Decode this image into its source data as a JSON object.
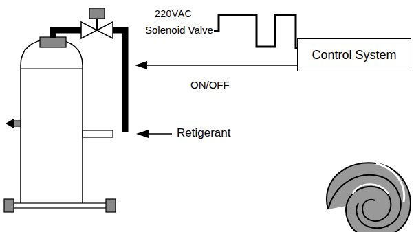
{
  "diagram": {
    "nodes": [
      {
        "text": [
          "Control System"
        ]
      }
    ],
    "labels": [
      "220VAC",
      "Solenoid Valve",
      "ON/OFF",
      "Retigerant"
    ]
  }
}
